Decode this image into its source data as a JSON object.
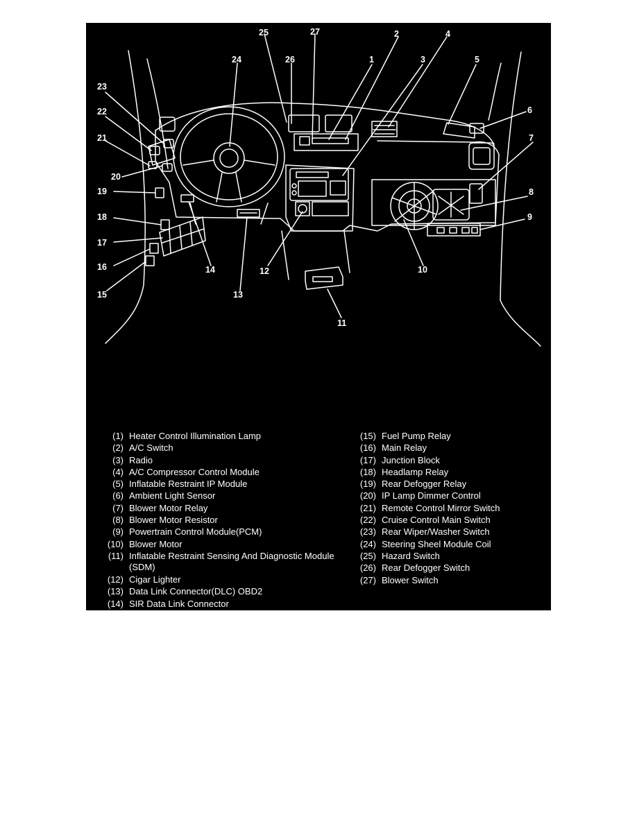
{
  "callouts": [
    {
      "id": "25",
      "label": "25"
    },
    {
      "id": "27",
      "label": "27"
    },
    {
      "id": "2",
      "label": "2"
    },
    {
      "id": "4",
      "label": "4"
    },
    {
      "id": "24",
      "label": "24"
    },
    {
      "id": "26",
      "label": "26"
    },
    {
      "id": "1",
      "label": "1"
    },
    {
      "id": "3",
      "label": "3"
    },
    {
      "id": "5",
      "label": "5"
    },
    {
      "id": "23",
      "label": "23"
    },
    {
      "id": "6",
      "label": "6"
    },
    {
      "id": "22",
      "label": "22"
    },
    {
      "id": "21",
      "label": "21"
    },
    {
      "id": "7",
      "label": "7"
    },
    {
      "id": "20",
      "label": "20"
    },
    {
      "id": "19",
      "label": "19"
    },
    {
      "id": "8",
      "label": "8"
    },
    {
      "id": "18",
      "label": "18"
    },
    {
      "id": "9",
      "label": "9"
    },
    {
      "id": "17",
      "label": "17"
    },
    {
      "id": "16",
      "label": "16"
    },
    {
      "id": "14",
      "label": "14"
    },
    {
      "id": "12",
      "label": "12"
    },
    {
      "id": "10",
      "label": "10"
    },
    {
      "id": "15",
      "label": "15"
    },
    {
      "id": "13",
      "label": "13"
    },
    {
      "id": "11",
      "label": "11"
    }
  ],
  "legend": {
    "left": [
      {
        "num": "(1)",
        "text": "Heater Control Illumination Lamp"
      },
      {
        "num": "(2)",
        "text": "A/C Switch"
      },
      {
        "num": "(3)",
        "text": "Radio"
      },
      {
        "num": "(4)",
        "text": "A/C Compressor Control Module"
      },
      {
        "num": "(5)",
        "text": "Inflatable Restraint IP Module"
      },
      {
        "num": "(6)",
        "text": "Ambient Light Sensor"
      },
      {
        "num": "(7)",
        "text": "Blower Motor Relay"
      },
      {
        "num": "(8)",
        "text": "Blower Motor Resistor"
      },
      {
        "num": "(9)",
        "text": "Powertrain Control Module(PCM)"
      },
      {
        "num": "(10)",
        "text": "Blower Motor"
      },
      {
        "num": "(11)",
        "text": "Inflatable Restraint Sensing And Diagnostic Module (SDM)"
      },
      {
        "num": "(12)",
        "text": "Cigar Lighter"
      },
      {
        "num": "(13)",
        "text": "Data Link Connector(DLC) OBD2"
      },
      {
        "num": "(14)",
        "text": "SIR Data Link Connector"
      }
    ],
    "right": [
      {
        "num": "(15)",
        "text": "Fuel Pump Relay"
      },
      {
        "num": "(16)",
        "text": "Main Relay"
      },
      {
        "num": "(17)",
        "text": "Junction Block"
      },
      {
        "num": "(18)",
        "text": "Headlamp Relay"
      },
      {
        "num": "(19)",
        "text": "Rear Defogger Relay"
      },
      {
        "num": "(20)",
        "text": "IP Lamp Dimmer Control"
      },
      {
        "num": "(21)",
        "text": "Remote Control Mirror Switch"
      },
      {
        "num": "(22)",
        "text": "Cruise Control Main Switch"
      },
      {
        "num": "(23)",
        "text": "Rear Wiper/Washer Switch"
      },
      {
        "num": "(24)",
        "text": "Steering Sheel Module Coil"
      },
      {
        "num": "(25)",
        "text": "Hazard Switch"
      },
      {
        "num": "(26)",
        "text": "Rear Defogger Switch"
      },
      {
        "num": "(27)",
        "text": "Blower Switch"
      }
    ]
  },
  "colors": {
    "background": "#000000",
    "line": "#ffffff",
    "page": "#ffffff"
  }
}
